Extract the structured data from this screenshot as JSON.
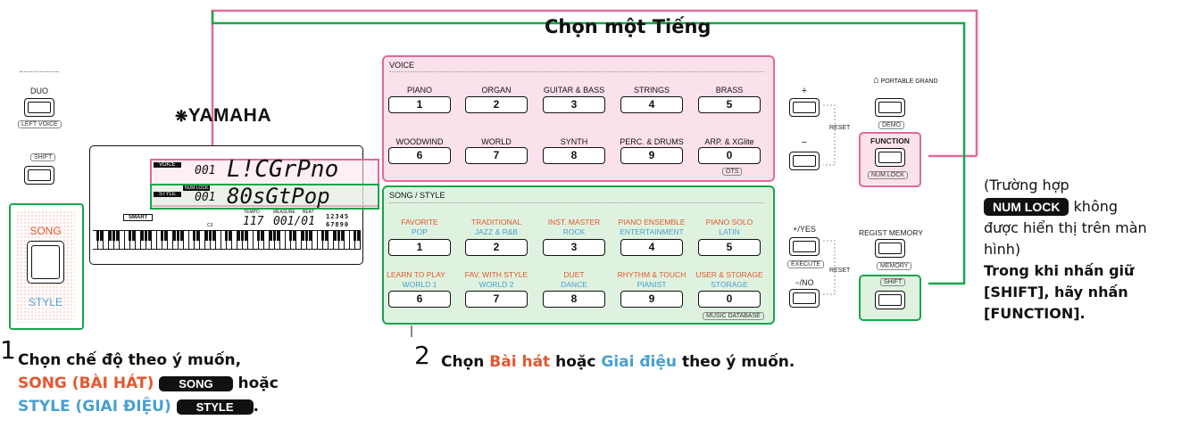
{
  "title": "Chọn một Tiếng",
  "brand": "YAMAHA",
  "left": {
    "duo": "DUO",
    "left_voice": "LEFT VOICE",
    "shift": "SHIFT",
    "song": "SONG",
    "style": "STYLE"
  },
  "display": {
    "voice_tag": "VOICE",
    "style_tag": "STYLE",
    "numlock_tag": "NUM LOCK",
    "voice_num": "001",
    "voice_name": "L!CGrPno",
    "style_num": "001",
    "style_name": "80sGtPop",
    "smart": "SMART",
    "tempo_label": "TEMPO",
    "measure_label": "MEASURE",
    "beat_label": "BEAT",
    "tempo": "117",
    "measure": "001/01",
    "c3": "C3",
    "grid_top": "12345",
    "grid_bottom": "67890"
  },
  "voice_panel": {
    "heading": "VOICE",
    "row1": [
      "PIANO",
      "ORGAN",
      "GUITAR & BASS",
      "STRINGS",
      "BRASS"
    ],
    "row2": [
      "WOODWIND",
      "WORLD",
      "SYNTH",
      "PERC. & DRUMS",
      "ARP. & XGlite"
    ],
    "nums1": [
      "1",
      "2",
      "3",
      "4",
      "5"
    ],
    "nums2": [
      "6",
      "7",
      "8",
      "9",
      "0"
    ],
    "ots": "OTS"
  },
  "song_panel": {
    "heading": "SONG / STYLE",
    "song_row1": [
      "FAVORITE",
      "TRADITIONAL",
      "INST. MASTER",
      "PIANO ENSEMBLE",
      "PIANO SOLO"
    ],
    "style_row1": [
      "POP",
      "JAZZ & R&B",
      "ROCK",
      "ENTERTAINMENT",
      "LATIN"
    ],
    "song_row2": [
      "LEARN TO PLAY",
      "FAV. WITH STYLE",
      "DUET",
      "RHYTHM & TOUCH",
      "USER & STORAGE"
    ],
    "style_row2": [
      "WORLD 1",
      "WORLD 2",
      "DANCE",
      "PIANIST",
      "STORAGE"
    ],
    "nums1": [
      "1",
      "2",
      "3",
      "4",
      "5"
    ],
    "nums2": [
      "6",
      "7",
      "8",
      "9",
      "0"
    ],
    "music_database": "MUSIC DATABASE"
  },
  "right": {
    "plus": "+",
    "minus": "−",
    "reset": "RESET",
    "reset2": "RESET",
    "yes": "+/YES",
    "no": "−/NO",
    "execute": "EXECUTE",
    "portable_grand": "PORTABLE GRAND",
    "demo": "DEMO",
    "function": "FUNCTION",
    "num_lock": "NUM LOCK",
    "regist_memory": "REGIST MEMORY",
    "memory": "MEMORY",
    "shift": "SHIFT"
  },
  "note": {
    "line1": "(Trường hợp",
    "badge": "NUM LOCK",
    "line2": "không",
    "line3": "được hiển thị trên màn",
    "line4": "hình)",
    "bold1": "Trong khi nhấn giữ",
    "bold2": "[SHIFT], hãy nhấn",
    "bold3": "[FUNCTION]."
  },
  "step1": {
    "number": "1",
    "text": "Chọn chế độ theo ý muốn,",
    "song": "SONG (BÀI HÁT)",
    "song_badge": "SONG",
    "or": "hoặc",
    "style": "STYLE (GIAI ĐIỆU)",
    "style_badge": "STYLE",
    "end": "."
  },
  "step2": {
    "number": "2",
    "text1": "Chọn",
    "song": "Bài hát",
    "or": "hoặc",
    "style": "Giai điệu",
    "text2": "theo ý muốn."
  },
  "colors": {
    "green": "#17a64a",
    "pink": "#e06a9a",
    "pink_fill": "#fbe1ec",
    "green_fill": "#def2df",
    "song_red": "#e4572e",
    "style_blue": "#4a9fd0"
  }
}
